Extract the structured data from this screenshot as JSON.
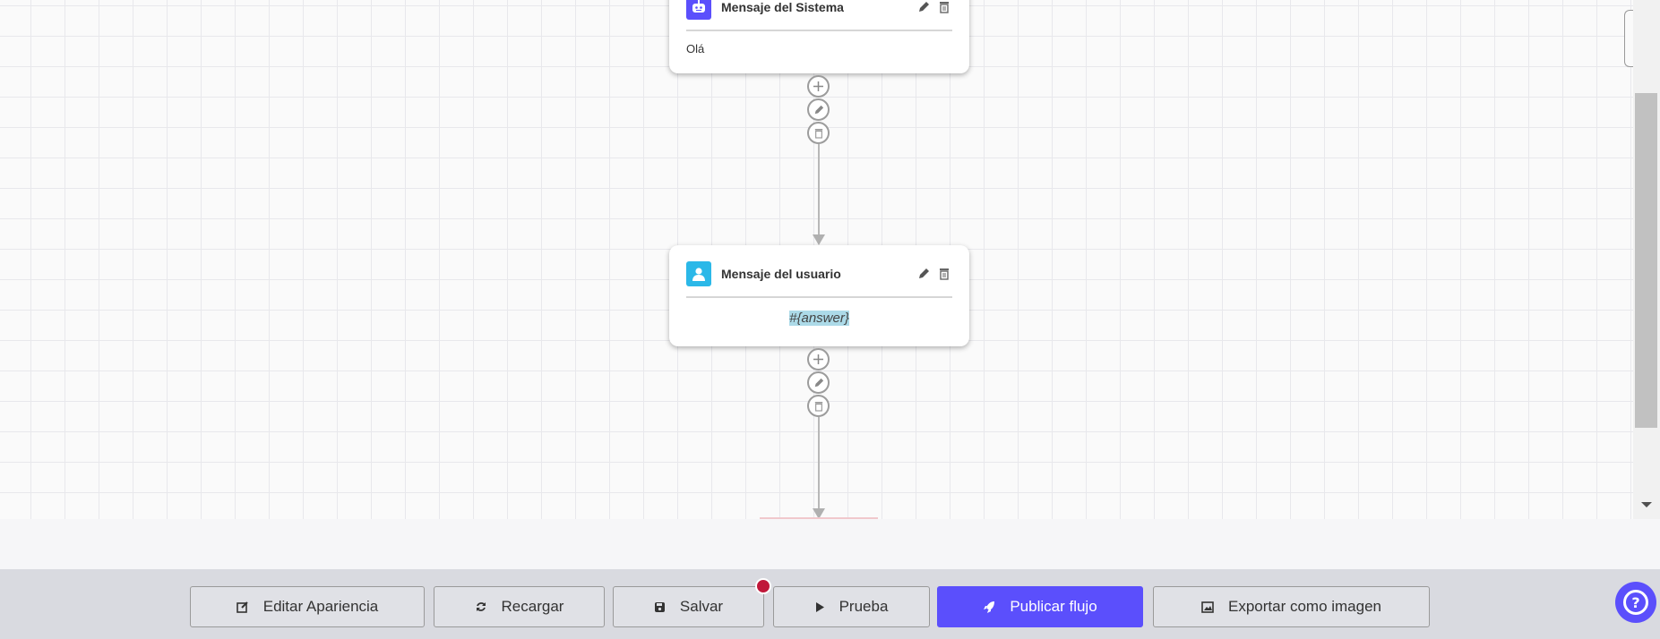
{
  "nodes": [
    {
      "type": "system",
      "title": "Mensaje del Sistema",
      "content": "Olá",
      "icon": "robot-icon",
      "color": "#5b4ffc"
    },
    {
      "type": "user",
      "title": "Mensaje del usuario",
      "content": "#{answer}",
      "icon": "user-icon",
      "color": "#2bb8e8"
    }
  ],
  "toolbar": {
    "edit_appearance": "Editar Apariencia",
    "reload": "Recargar",
    "save": "Salvar",
    "test": "Prueba",
    "publish": "Publicar flujo",
    "export": "Exportar como imagen",
    "unsaved_indicator_color": "#c0183a",
    "accent": "#5b4ffc"
  },
  "help": {
    "icon": "question-circle-icon"
  }
}
